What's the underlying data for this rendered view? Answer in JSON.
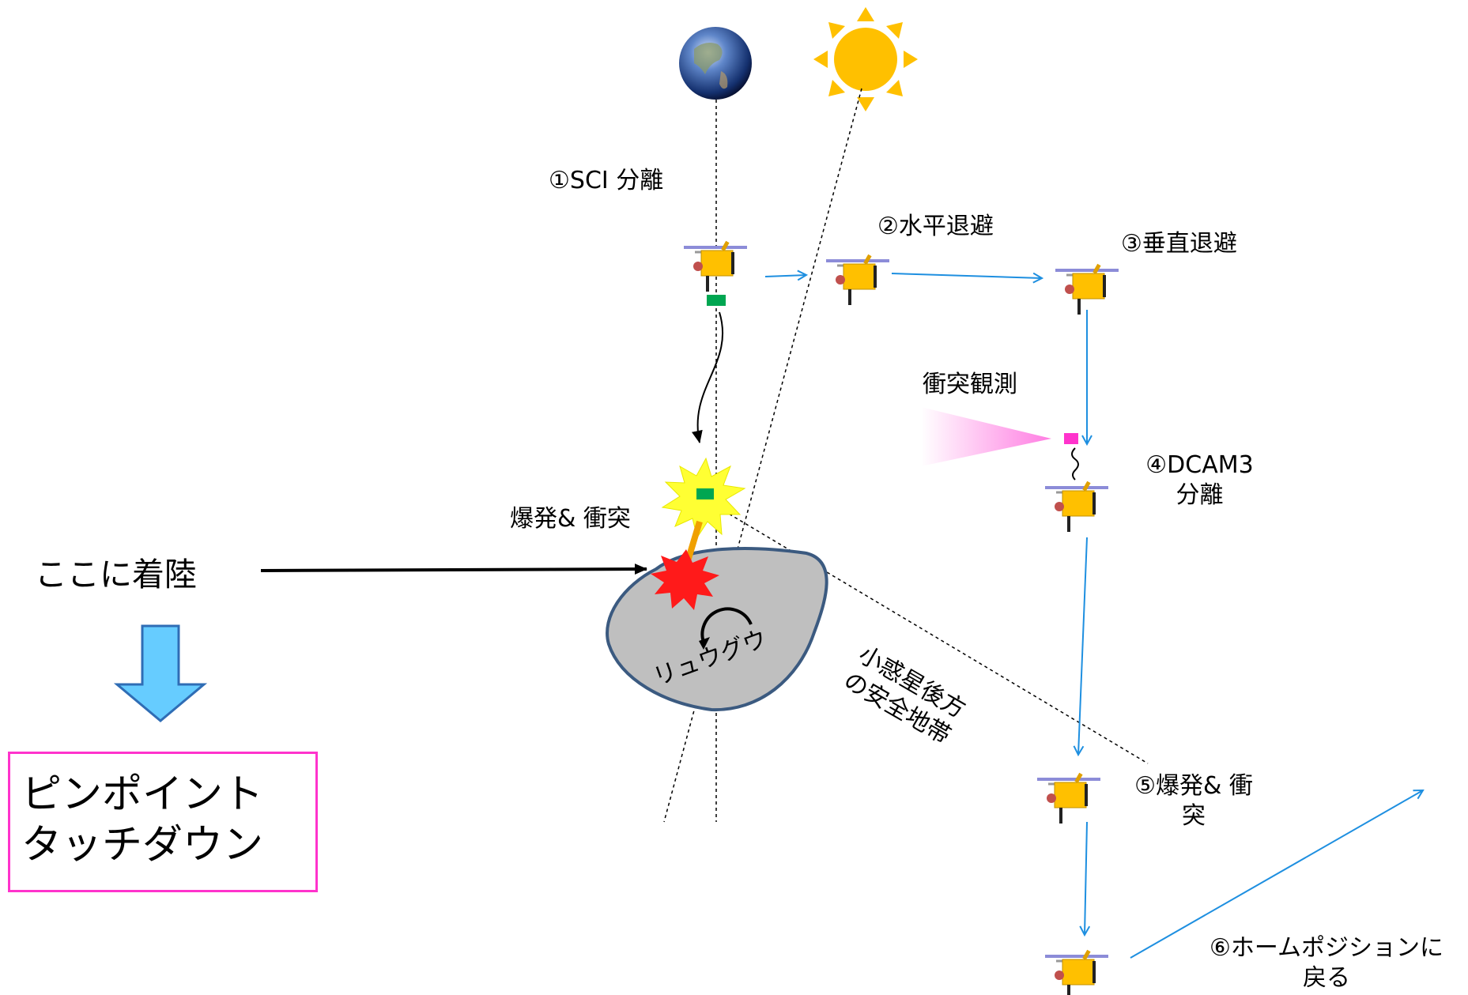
{
  "steps": {
    "s1": "①SCI 分離",
    "s2": "②水平退避",
    "s3": "③垂直退避",
    "s4_line1": "④DCAM3",
    "s4_line2": "分離",
    "s5_line1": "⑤爆発& 衝",
    "s5_line2": "突",
    "s6_line1": "⑥ホームポジションに",
    "s6_line2": "戻る"
  },
  "labels": {
    "impact_observation": "衝突観測",
    "explosion_impact": "爆発& 衝突",
    "land_here": "ここに着陸",
    "asteroid": "リュウグウ",
    "safe_zone_line1": "小惑星後方",
    "safe_zone_line2": "の安全地帯"
  },
  "touchdown": {
    "line1": "ピンポイント",
    "line2": "タッチダウン"
  },
  "colors": {
    "arrow_blue": "#1e8fe0",
    "sun": "#ffc000",
    "asteroid_fill": "#bfbfbf",
    "asteroid_stroke": "#3b5a80",
    "impactor": "#00a651",
    "dcam3": "#ff33cc",
    "explosion_yellow": "#ffff33",
    "explosion_red": "#ff1a1a",
    "touchdown_border": "#ff33cc",
    "down_arrow": "#66ccff"
  }
}
